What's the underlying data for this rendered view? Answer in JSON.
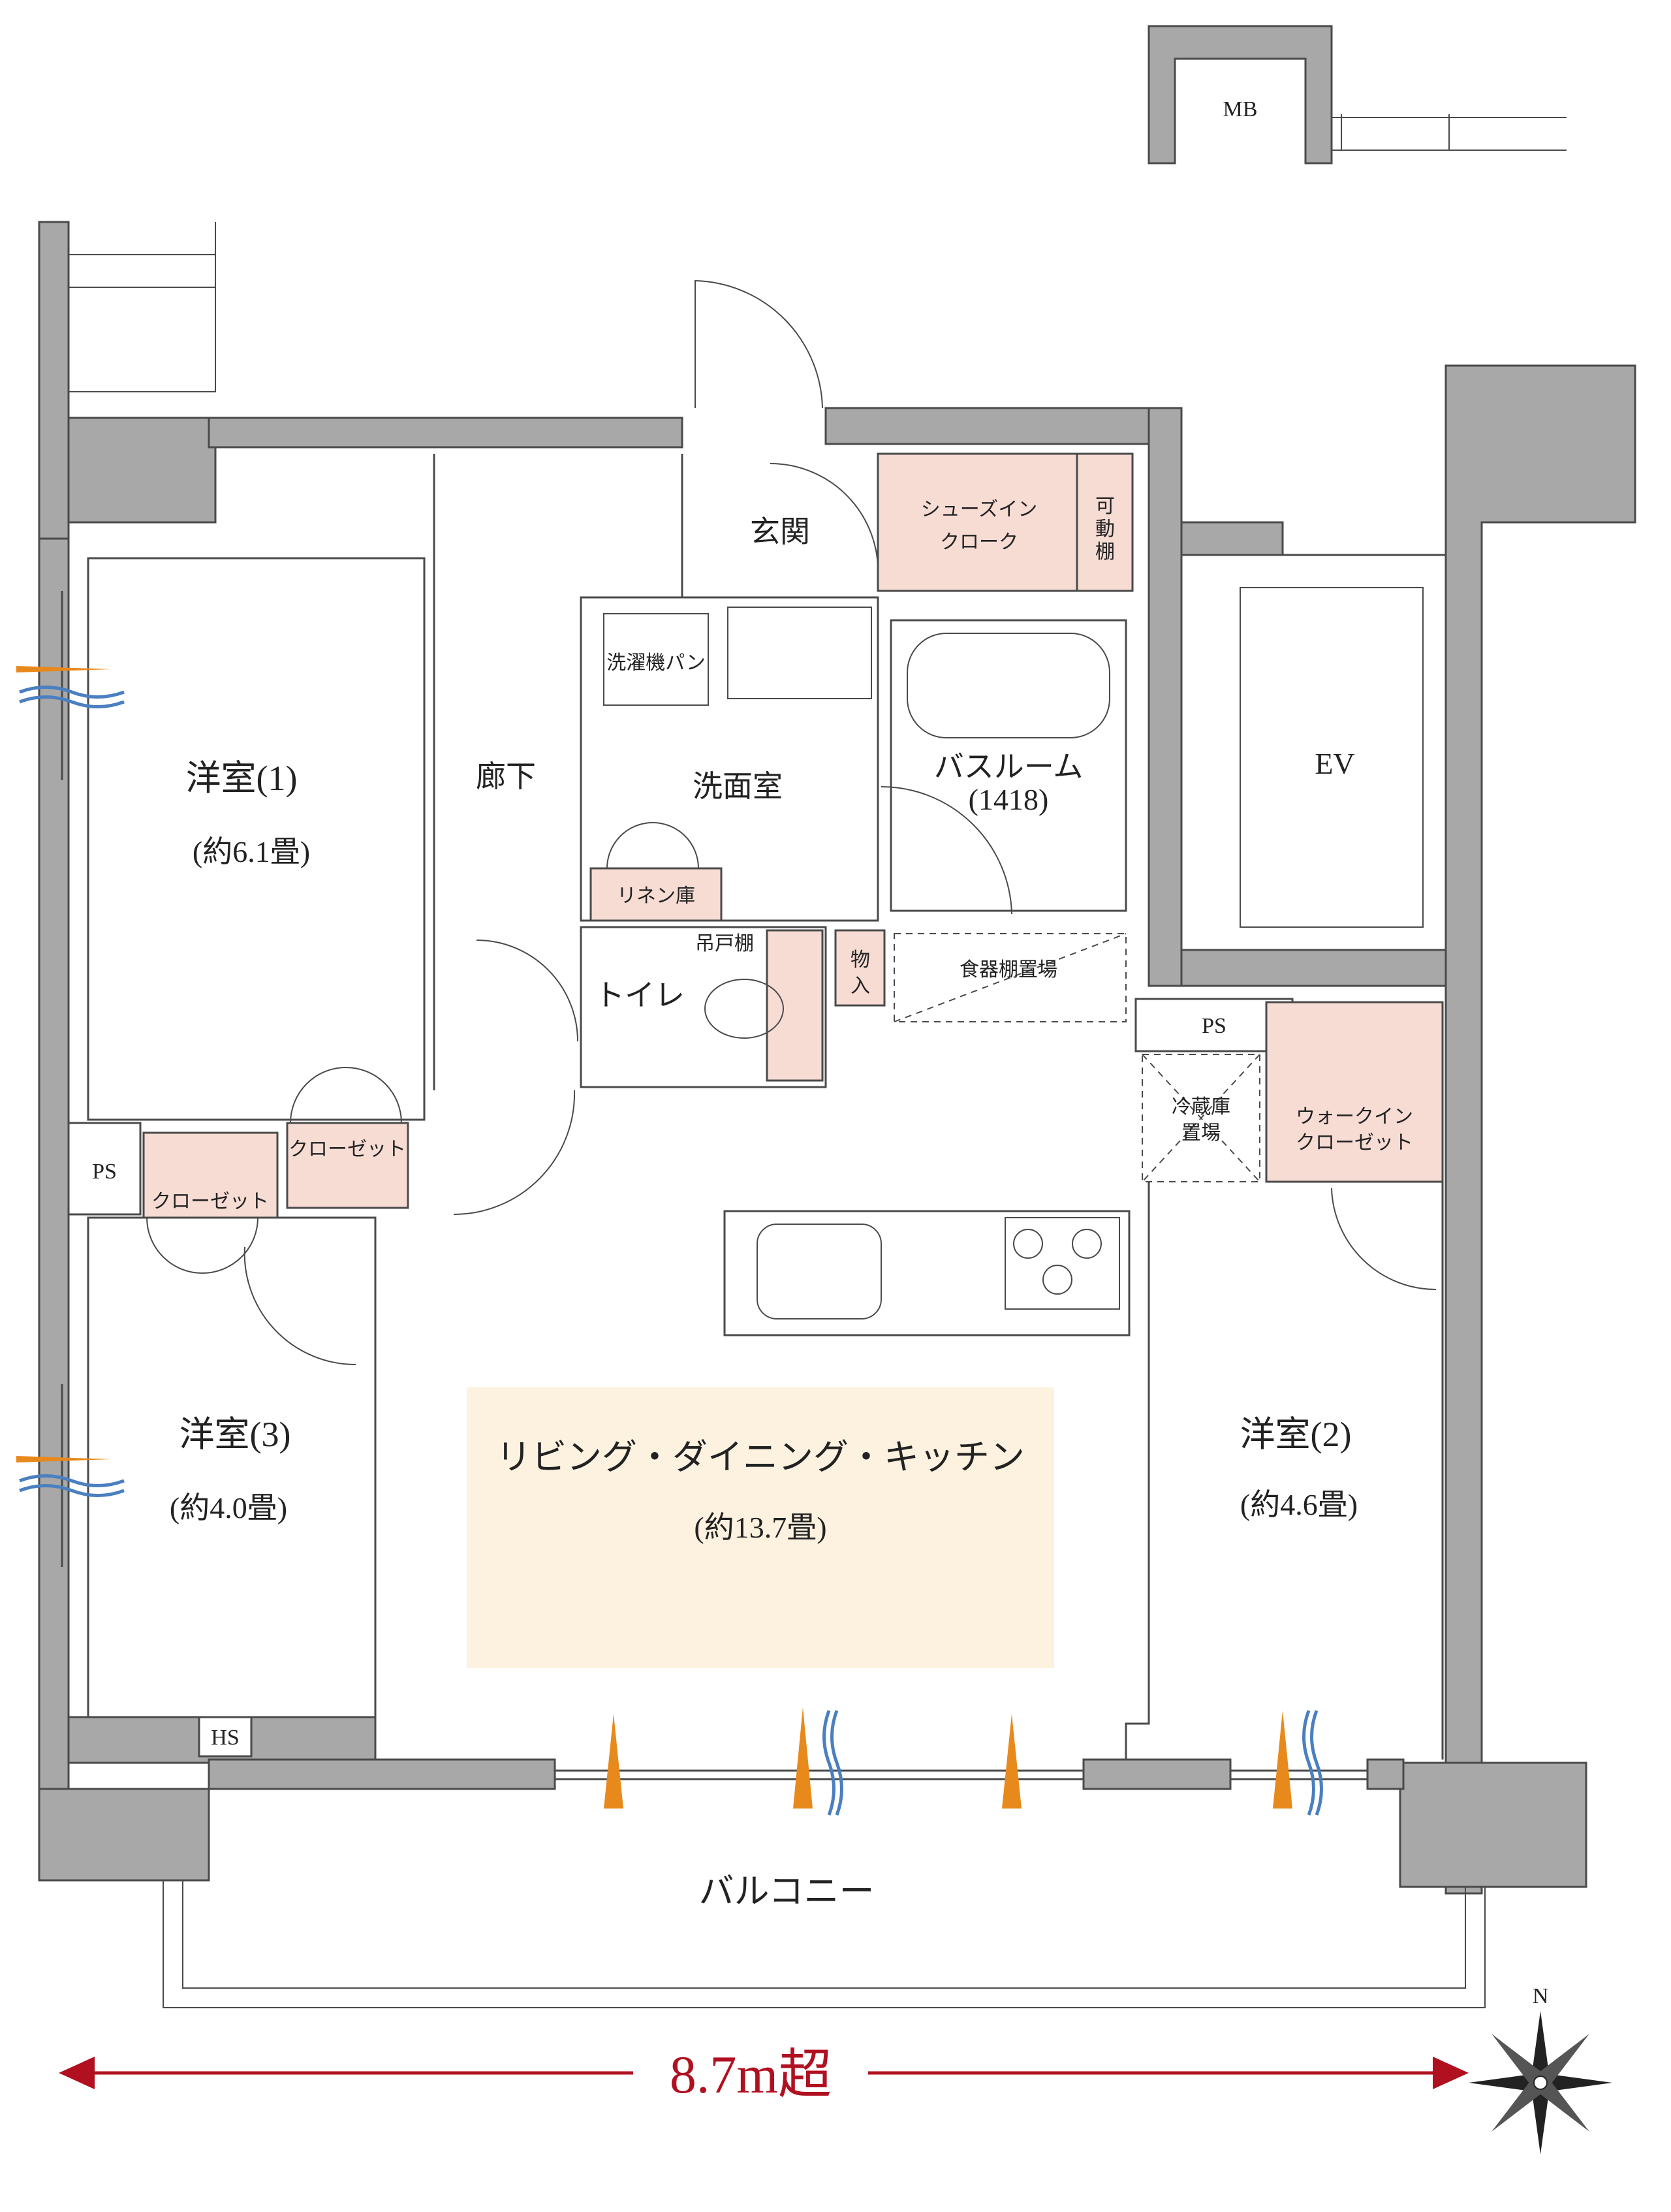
{
  "rooms": {
    "western1": {
      "name": "洋室(1)",
      "size": "(約6.1畳)"
    },
    "western2": {
      "name": "洋室(2)",
      "size": "(約4.6畳)"
    },
    "western3": {
      "name": "洋室(3)",
      "size": "(約4.0畳)"
    },
    "ldk": {
      "name": "リビング・ダイニング・キッチン",
      "size": "(約13.7畳)"
    },
    "hallway": "廊下",
    "entrance": "玄関",
    "washroom": "洗面室",
    "bathroom": {
      "name": "バスルーム",
      "size": "(1418)"
    },
    "toilet": "トイレ",
    "balcony": "バルコニー",
    "ev": "EV",
    "mb": "MB"
  },
  "storage": {
    "shoes_in_cloak_line1": "シューズイン",
    "shoes_in_cloak_line2": "クローク",
    "movable_shelf_chars": [
      "可",
      "動",
      "棚"
    ],
    "washing_machine_pan": "洗濯機パン",
    "linen": "リネン庫",
    "hanging_shelf": "吊戸棚",
    "storage_small_chars": [
      "物",
      "入"
    ],
    "dish_shelf": "食器棚置場",
    "fridge_line1": "冷蔵庫",
    "fridge_line2": "置場",
    "walk_in_closet_line1": "ウォークイン",
    "walk_in_closet_line2": "クローゼット",
    "closet_a": "クローゼット",
    "closet_b": "クローゼット",
    "ps_a": "PS",
    "ps_b": "PS",
    "hs": "HS"
  },
  "dimension": {
    "label": "8.7m超"
  },
  "compass": {
    "north": "N"
  },
  "colors": {
    "wall": "#a8a8a8",
    "storage_fill": "#f7dcd4",
    "ldk_fill": "#fdf2e0",
    "dimension": "#b01020",
    "wind_orange": "#e8891c",
    "wind_blue": "#4a7fc0"
  }
}
